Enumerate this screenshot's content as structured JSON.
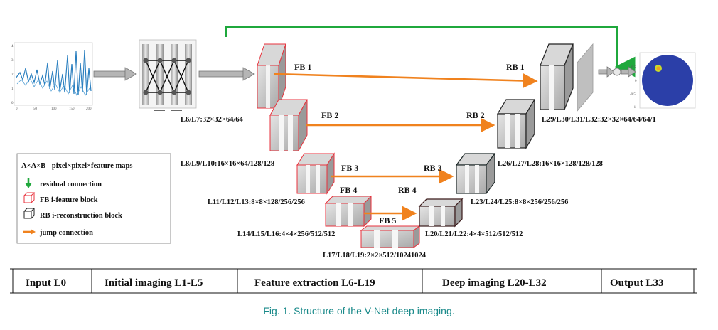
{
  "blocks": {
    "fb1": "FB 1",
    "fb2": "FB 2",
    "fb3": "FB 3",
    "fb4": "FB 4",
    "fb5": "FB 5",
    "rb1": "RB 1",
    "rb2": "RB 2",
    "rb3": "RB 3",
    "rb4": "RB 4"
  },
  "layer_labels": {
    "l6_l7": "L6/L7:32×32×64/64",
    "l8_l10": "L8/L9/L10:16×16×64/128/128",
    "l11_l13": "L11/L12/L13:8×8×128/256/256",
    "l14_l16": "L14/L15/L16:4×4×256/512/512",
    "l17_l19": "L17/L18/L19:2×2×512/10241024",
    "l20_l22": "L20/L21/L22:4×4×512/512/512",
    "l23_l25": "L23/L24/L25:8×8×256/256/256",
    "l26_l28": "L26/L27/L28:16×16×128/128/128",
    "l29_l32": "L29/L30/L31/L32:32×32×64/64/64/1"
  },
  "legend": {
    "title": "A×A×B - pixel×pixel×feature maps",
    "residual": "residual connection",
    "fb": "FB i-feature block",
    "rb": "RB i-reconstruction block",
    "jump": "jump connection"
  },
  "stages": {
    "input": "Input L0",
    "initial": "Initial imaging L1-L5",
    "feature": "Feature extraction L6-L19",
    "deep": "Deep imaging L20-L32",
    "output": "Output L33"
  },
  "caption": "Fig. 1. Structure of the V-Net deep imaging.",
  "signal_ticks": {
    "y": [
      "4",
      "3",
      "2",
      "1",
      "0"
    ],
    "x": [
      "0",
      "50",
      "100",
      "150",
      "200"
    ]
  },
  "output_ticks": {
    "y": [
      "1",
      "0.5",
      "0",
      "-0.5",
      "-1"
    ]
  },
  "colors": {
    "fb": "#e8323c",
    "rb": "#333333",
    "residual": "#1fa83c",
    "jump": "#f0821e",
    "signal": "#2a7fbf",
    "disk": "#2b3fa8"
  }
}
